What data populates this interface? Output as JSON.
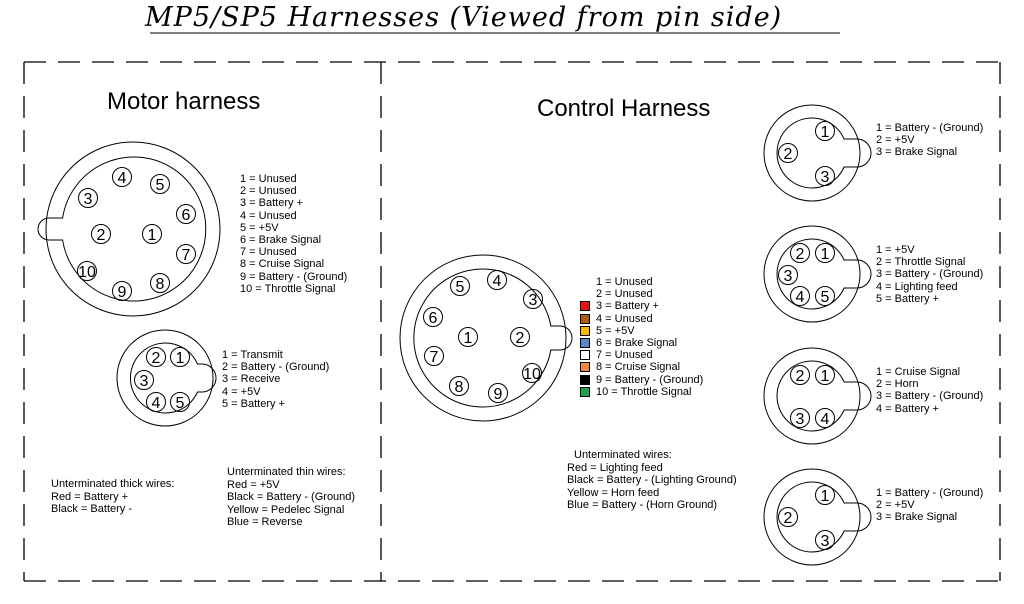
{
  "title": "MP5/SP5 Harnesses (Viewed from pin side)",
  "motor": {
    "heading": "Motor harness",
    "big_pins": [
      "1",
      "2",
      "3",
      "4",
      "5",
      "6",
      "7",
      "8",
      "9",
      "10"
    ],
    "big_legend": [
      "1 = Unused",
      "2 = Unused",
      "3 = Battery +",
      "4 = Unused",
      "5 = +5V",
      "6 = Brake Signal",
      "7 = Unused",
      "8 = Cruise Signal",
      "9 = Battery - (Ground)",
      "10 = Throttle Signal"
    ],
    "small_pins": [
      "1",
      "2",
      "3",
      "4",
      "5"
    ],
    "small_legend": [
      "1 = Transmit",
      "2 = Battery - (Ground)",
      "3 = Receive",
      "4 = +5V",
      "5 = Battery +"
    ],
    "thick_wires": {
      "title": "Unterminated thick wires:",
      "items": [
        "Red = Battery +",
        "Black = Battery -"
      ]
    },
    "thin_wires": {
      "title": "Unterminated thin wires:",
      "items": [
        "Red = +5V",
        "Black = Battery - (Ground)",
        "Yellow = Pedelec Signal",
        "Blue = Reverse"
      ]
    }
  },
  "control": {
    "heading": "Control Harness",
    "big_pins": [
      "1",
      "2",
      "3",
      "4",
      "5",
      "6",
      "7",
      "8",
      "9",
      "10"
    ],
    "big_legend": [
      "1 = Unused",
      "2 = Unused",
      "3 = Battery +",
      "4 = Unused",
      "5 = +5V",
      "6 = Brake Signal",
      "7 = Unused",
      "8 = Cruise Signal",
      "9 = Battery - (Ground)",
      "10 = Throttle Signal"
    ],
    "wire_colors": [
      "#ffffff",
      "#ffffff",
      "#e8140c",
      "#b05a14",
      "#f5b800",
      "#5b88c8",
      "#ffffff",
      "#f0883c",
      "#000000",
      "#20a050"
    ],
    "connectors": [
      {
        "pins": [
          "1",
          "2",
          "3"
        ],
        "legend": [
          "1 = Battery - (Ground)",
          "2 = +5V",
          "3 = Brake Signal"
        ]
      },
      {
        "pins": [
          "1",
          "2",
          "3",
          "4",
          "5"
        ],
        "legend": [
          "1 = +5V",
          "2 = Throttle Signal",
          "3 = Battery - (Ground)",
          "4 = Lighting feed",
          "5 = Battery +"
        ]
      },
      {
        "pins": [
          "1",
          "2",
          "3",
          "4"
        ],
        "legend": [
          "1 = Cruise Signal",
          "2 = Horn",
          "3 = Battery - (Ground)",
          "4 = Battery +"
        ]
      },
      {
        "pins": [
          "1",
          "2",
          "3"
        ],
        "legend": [
          "1 = Battery - (Ground)",
          "2 = +5V",
          "3 = Brake Signal"
        ]
      }
    ],
    "wires": {
      "title": "Unterminated wires:",
      "items": [
        "Red = Lighting feed",
        "Black = Battery - (Lighting Ground)",
        "Yellow = Horn feed",
        "Blue = Battery - (Horn Ground)"
      ]
    }
  }
}
